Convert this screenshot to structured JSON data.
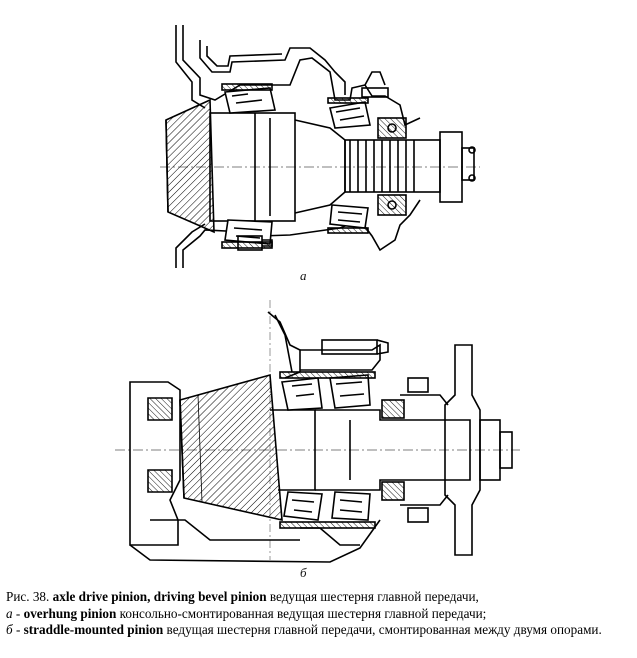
{
  "figure": {
    "label_a": "а",
    "label_b": "б"
  },
  "caption": {
    "fig_number": "Рис. 38.",
    "main_terms": "axle drive pinion, driving bevel pinion",
    "main_translation": "ведущая шестерня главной передачи,",
    "item_a_marker": "а",
    "item_a_term": "overhung pinion",
    "item_a_translation": "консольно-смонтированная ведущая шестерня главной передачи;",
    "item_b_marker": "б",
    "item_b_term": "straddle-mounted pinion",
    "item_b_translation": "ведущая шестерня главной передачи, смонтированная между двумя опорами."
  }
}
